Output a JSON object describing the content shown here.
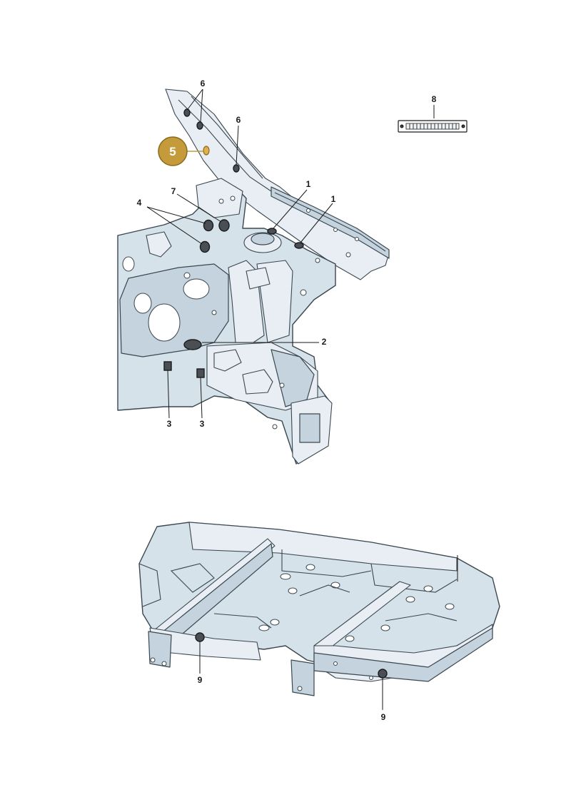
{
  "callouts": {
    "label_1a": "1",
    "label_1b": "1",
    "label_2": "2",
    "label_3a": "3",
    "label_3b": "3",
    "label_4": "4",
    "label_5": "5",
    "label_6a": "6",
    "label_6b": "6",
    "label_7": "7",
    "label_8": "8",
    "label_9a": "9",
    "label_9b": "9"
  },
  "colors": {
    "highlight": "#c49a3a",
    "body_panel": "#d6e2ea",
    "line": "#3a4750"
  }
}
